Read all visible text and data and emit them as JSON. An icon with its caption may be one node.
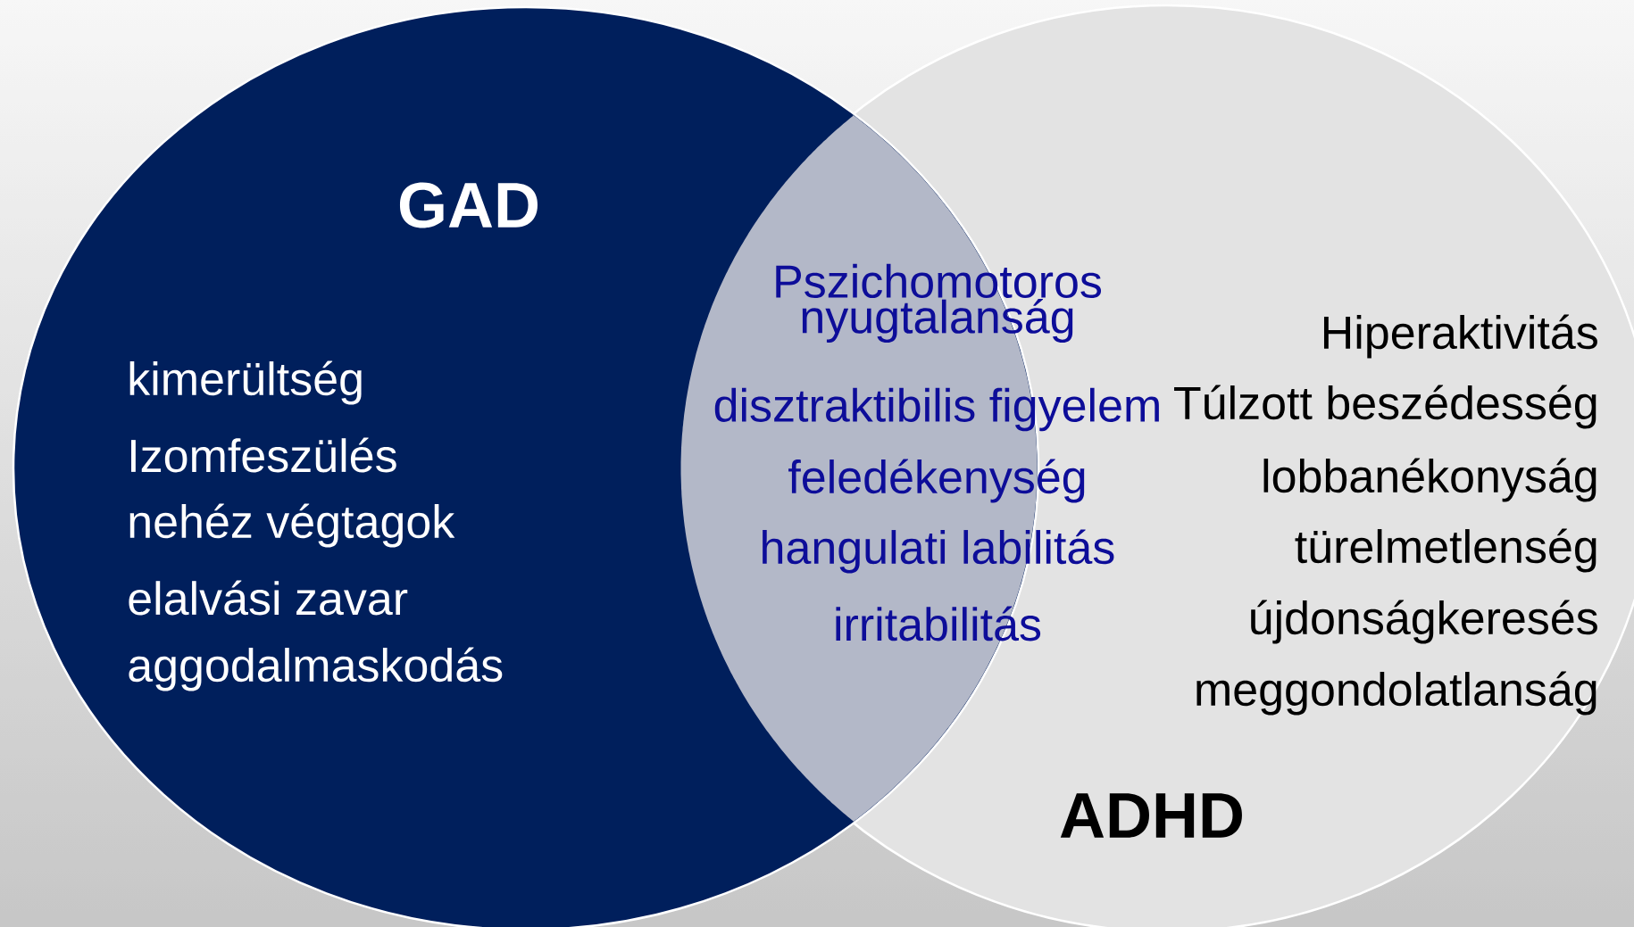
{
  "diagram": {
    "nodes": [
      {
        "text": [
          "GAD",
          "kimerültség",
          "Izomfeszülés",
          "nehéz végtagok",
          "elalvási zavar",
          "aggodalmaskodás"
        ]
      },
      {
        "text": [
          "ADHD",
          "Hiperaktivitás",
          "Túlzott beszédesség",
          "lobbanékonyság",
          "türelmetlenség",
          "újdonságkeresés",
          "meggondolatlanság"
        ]
      },
      {
        "text": [
          "Pszichomotoros nyugtalanság",
          "disztraktibilis figyelem",
          "feledékenység",
          "hangulati labilitás",
          "irritabilitás"
        ]
      }
    ]
  }
}
